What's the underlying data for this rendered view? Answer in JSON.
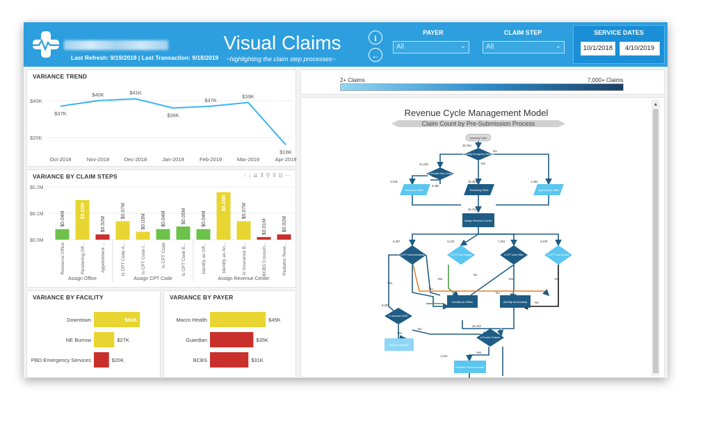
{
  "header": {
    "refresh_text": "Last Refresh: 9/19/2019 | Last Transaction: 9/18/2019",
    "title": "Visual Claims",
    "subtitle": "~highlighting the claim step processes~",
    "info_icon": "info-icon",
    "back_icon": "back-arrow-icon"
  },
  "filters": {
    "payer_label": "PAYER",
    "payer_value": "All",
    "claim_step_label": "CLAIM STEP",
    "claim_step_value": "All",
    "service_dates_label": "SERVICE DATES",
    "start_date": "10/1/2018",
    "end_date": "4/10/2019"
  },
  "legend": {
    "min_label": "2+ Claims",
    "max_label": "7,000+ Claims"
  },
  "colors": {
    "header_bg": "#2d9fde",
    "line": "#3ab4f2",
    "bar_green": "#6cc24a",
    "bar_yellow": "#e8d531",
    "bar_red": "#c9302c",
    "flow_dark": "#1f5c85",
    "flow_light": "#5bc6f0"
  },
  "variance_trend": {
    "title": "VARIANCE TREND",
    "chart_data": {
      "type": "line",
      "categories": [
        "Oct-2018",
        "Nov-2018",
        "Dec-2018",
        "Jan-2019",
        "Feb-2019",
        "Mar-2019",
        "Apr-2019"
      ],
      "values": [
        37000,
        40000,
        41000,
        36000,
        37000,
        39000,
        16000
      ],
      "labels": [
        "$37K",
        "$40K",
        "$41K",
        "$36K",
        "$37K",
        "$39K",
        "$16K"
      ],
      "yticks": [
        "$40K",
        "$20K"
      ],
      "ytick_values": [
        40000,
        20000
      ],
      "ylim": [
        12000,
        46000
      ]
    }
  },
  "claim_steps": {
    "title": "VARIANCE BY CLAIM STEPS",
    "toolbar_icons": [
      "arrow-up-icon",
      "arrow-down-icon",
      "double-arrow-down-icon",
      "drill-icon",
      "pin-icon",
      "filter-icon",
      "focus-icon",
      "more-icon"
    ],
    "chart_data": {
      "type": "bar",
      "yticks": [
        "$0.2M",
        "$0.1M",
        "$0.0M"
      ],
      "ytick_values": [
        0.2,
        0.1,
        0.0
      ],
      "ylim": [
        0,
        0.2
      ],
      "categories": [
        "Resource Office",
        "Rendering Off...",
        "Appointment ...",
        "Is CPT Code A...",
        "Is CPT Code I...",
        "Is CPT Code",
        "Is CPT Code E...",
        "Identify as Off...",
        "Identify as An...",
        "Is Insurance B...",
        "BCBS Crossch...",
        "Pediatric Reve..."
      ],
      "values": [
        0.04,
        0.15,
        0.02,
        0.07,
        0.03,
        0.04,
        0.05,
        0.04,
        0.18,
        0.07,
        0.01,
        0.02
      ],
      "labels": [
        "$0.04M",
        "$0.15M",
        "$0.02M",
        "$0.07M",
        "$0.03M",
        "$0.04M",
        "$0.05M",
        "$0.04M",
        "$0.18M",
        "$0.07M",
        "$0.01M",
        "$0.02M"
      ],
      "bar_colors": [
        "green",
        "yellow",
        "red",
        "yellow",
        "yellow",
        "green",
        "green",
        "green",
        "yellow",
        "yellow",
        "red",
        "red"
      ],
      "groups": [
        {
          "label": "Assign Office",
          "count": 3
        },
        {
          "label": "Assign CPT Code",
          "count": 4
        },
        {
          "label": "Assign Revenue Center",
          "count": 5
        }
      ]
    }
  },
  "facility": {
    "title": "VARIANCE BY FACILITY",
    "chart_data": {
      "type": "bar",
      "orientation": "horizontal",
      "categories": [
        "Downtown",
        "NE Burrow",
        "PBD Emergency Services"
      ],
      "values": [
        61,
        27,
        20
      ],
      "labels": [
        "$61K",
        "$27K",
        "$20K"
      ],
      "bar_colors": [
        "yellow",
        "yellow",
        "red"
      ],
      "xlim": [
        0,
        70
      ]
    }
  },
  "payer": {
    "title": "VARIANCE BY PAYER",
    "chart_data": {
      "type": "bar",
      "orientation": "horizontal",
      "categories": [
        "Macro Health",
        "Guardian",
        "BCBS"
      ],
      "values": [
        45,
        35,
        31
      ],
      "labels": [
        "$45K",
        "$35K",
        "$31K"
      ],
      "bar_colors": [
        "yellow",
        "red",
        "red"
      ],
      "xlim": [
        0,
        55
      ]
    }
  },
  "flow": {
    "title": "Revenue Cycle Management Model",
    "subtitle": "Claim Count by Pre-Submission Process",
    "nodes": {
      "incoming": "Incoming Claim",
      "emergency": "Is Facility Emergency Services",
      "blue_cross": "Is Provider Blue Cross",
      "resource": "Resource Office",
      "rendering": "Rendering Office",
      "appointment": "Appointment Office",
      "assign_rev": "Assign Revenue Center",
      "cpt_anesth": "Is CPT Code Anesthesia",
      "cpt_imaging": "Is CPT Code Imaging",
      "cpt_office": "Is CPT Code Office",
      "cpt_ancillary": "Is CPT Code Ancillary",
      "identify_office": "Identify as Office",
      "identify_ancillary": "Identify as Ancillary",
      "insurance_bcbs": "Is Insurance BCBS",
      "bcbs_cross": "BCBS Crosswalk",
      "pediatric": "Is Provider Pediatric",
      "ped_rev": "Pediatric Revenue Center"
    },
    "counts": {
      "c1": "25,753",
      "c2": "22,235",
      "c3": "3,518",
      "c4": "3,482",
      "c5": "16,353",
      "c6": "1,462",
      "c7": "25,753",
      "c8": "8,397",
      "c9": "4,210",
      "c10": "7,401",
      "c11": "3,676",
      "c12": "8,397",
      "c13": "25,752",
      "c14": "1,244"
    },
    "edge_labels": {
      "yes": "Yes",
      "no": "No"
    },
    "scroll_up_icon": "scroll-up-arrow-icon"
  }
}
